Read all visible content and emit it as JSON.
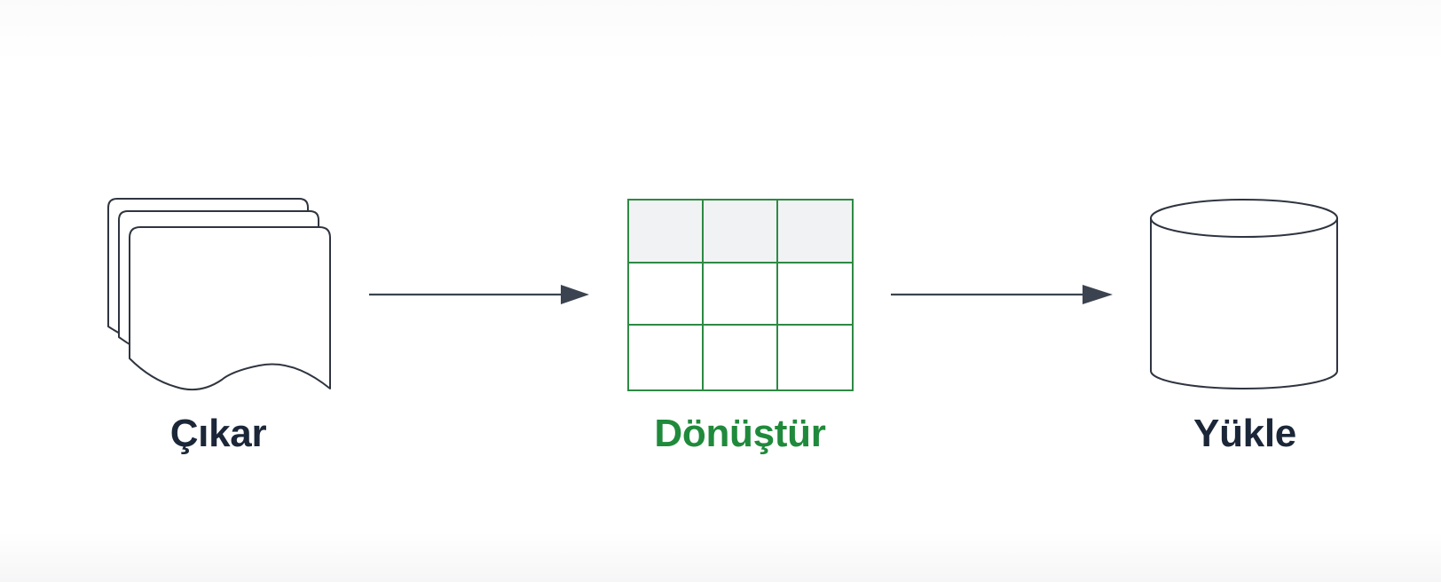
{
  "steps": [
    {
      "id": "extract",
      "label": "Çıkar",
      "icon": "documents-stack-icon",
      "color": "#1b2738"
    },
    {
      "id": "transform",
      "label": "Dönüştür",
      "icon": "table-grid-icon",
      "color": "#1f8a3b"
    },
    {
      "id": "load",
      "label": "Yükle",
      "icon": "database-cylinder-icon",
      "color": "#1b2738"
    }
  ],
  "connectors": [
    {
      "from": "extract",
      "to": "transform"
    },
    {
      "from": "transform",
      "to": "load"
    }
  ],
  "colors": {
    "stroke": "#2f3540",
    "arrow": "#3b4350",
    "grid_stroke": "#2d8a43",
    "header_fill": "#f1f2f4",
    "text_dark": "#1b2738",
    "text_green": "#1f8a3b"
  }
}
